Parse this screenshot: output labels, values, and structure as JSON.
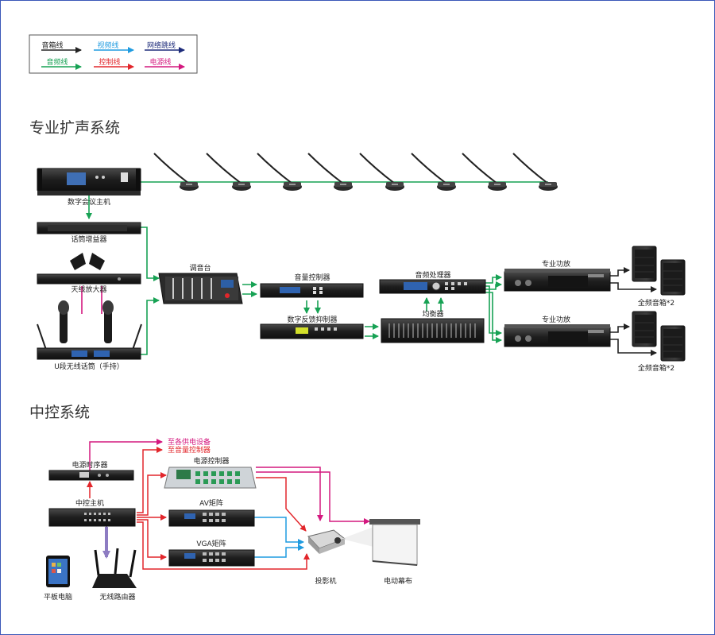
{
  "legend": {
    "speaker_line": "音箱线",
    "video_line": "视频线",
    "network_line": "网络跳线",
    "audio_line": "音频线",
    "control_line": "控制线",
    "power_line": "电源线"
  },
  "colors": {
    "speaker": "#222222",
    "video": "#1f9be0",
    "network": "#1d2b7a",
    "audio": "#17a254",
    "control": "#e2262b",
    "power": "#d4187f",
    "ipad_link": "#8d7cc2"
  },
  "pa_system": {
    "title": "专业扩声系统",
    "conference_host": "数字会议主机",
    "mic_preamp": "话筒增益器",
    "antenna_amp": "天线放大器",
    "wireless_mic": "U段无线话筒（手持）",
    "mixer": "调音台",
    "volume_controller": "音量控制器",
    "feedback_suppressor": "数字反馈抑制器",
    "audio_processor": "音频处理器",
    "equalizer": "均衡器",
    "amp_1": "专业功放",
    "amp_2": "专业功放",
    "speakers_1": "全频音箱*2",
    "speakers_2": "全频音箱*2"
  },
  "central_control": {
    "title": "中控系统",
    "power_sequencer": "电源时序器",
    "to_power_devices": "至各供电设备",
    "to_volume_controller": "至音量控制器",
    "control_host": "中控主机",
    "power_controller": "电源控制器",
    "av_matrix": "AV矩阵",
    "vga_matrix": "VGA矩阵",
    "projector": "投影机",
    "screen": "电动幕布",
    "tablet": "平板电脑",
    "router": "无线路由器"
  }
}
